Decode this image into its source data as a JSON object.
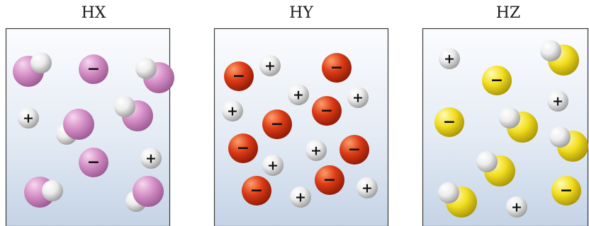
{
  "panels": [
    {
      "title": "HX",
      "anion_color": "pink",
      "particles": [
        {
          "type": "molecule",
          "orient": "ur"
        },
        {
          "type": "anion"
        },
        {
          "type": "molecule",
          "orient": "ul"
        },
        {
          "type": "cation"
        },
        {
          "type": "molecule",
          "orient": "ll"
        },
        {
          "type": "molecule",
          "orient": "ul"
        },
        {
          "type": "anion"
        },
        {
          "type": "cation"
        },
        {
          "type": "molecule",
          "orient": "r"
        },
        {
          "type": "molecule",
          "orient": "ll"
        }
      ]
    },
    {
      "title": "HY",
      "anion_color": "red",
      "particles": [
        {
          "type": "cation"
        },
        {
          "type": "anion"
        },
        {
          "type": "anion"
        },
        {
          "type": "cation"
        },
        {
          "type": "cation"
        },
        {
          "type": "cation"
        },
        {
          "type": "anion"
        },
        {
          "type": "anion"
        },
        {
          "type": "anion"
        },
        {
          "type": "cation"
        },
        {
          "type": "anion"
        },
        {
          "type": "cation"
        },
        {
          "type": "anion"
        },
        {
          "type": "anion"
        },
        {
          "type": "cation"
        },
        {
          "type": "cation"
        }
      ]
    },
    {
      "title": "HZ",
      "anion_color": "yellow",
      "particles": [
        {
          "type": "cation"
        },
        {
          "type": "molecule",
          "orient": "ul"
        },
        {
          "type": "anion"
        },
        {
          "type": "cation"
        },
        {
          "type": "anion"
        },
        {
          "type": "molecule",
          "orient": "ul"
        },
        {
          "type": "molecule",
          "orient": "ul"
        },
        {
          "type": "molecule",
          "orient": "ul"
        },
        {
          "type": "molecule",
          "orient": "ul"
        },
        {
          "type": "anion"
        },
        {
          "type": "cation"
        }
      ]
    }
  ],
  "symbols": {
    "plus": "+",
    "minus": "−"
  },
  "colors": {
    "pink": {
      "hi": "#f7d8ef",
      "mid": "#d58fc6",
      "dark": "#9c5a92"
    },
    "red": {
      "hi": "#ff9e6a",
      "mid": "#dc3b16",
      "dark": "#8d1906"
    },
    "yellow": {
      "hi": "#fffbb8",
      "mid": "#f2de1f",
      "dark": "#a89406"
    },
    "white": {
      "hi": "#ffffff",
      "mid": "#ececec",
      "dark": "#9a9a9a"
    }
  }
}
